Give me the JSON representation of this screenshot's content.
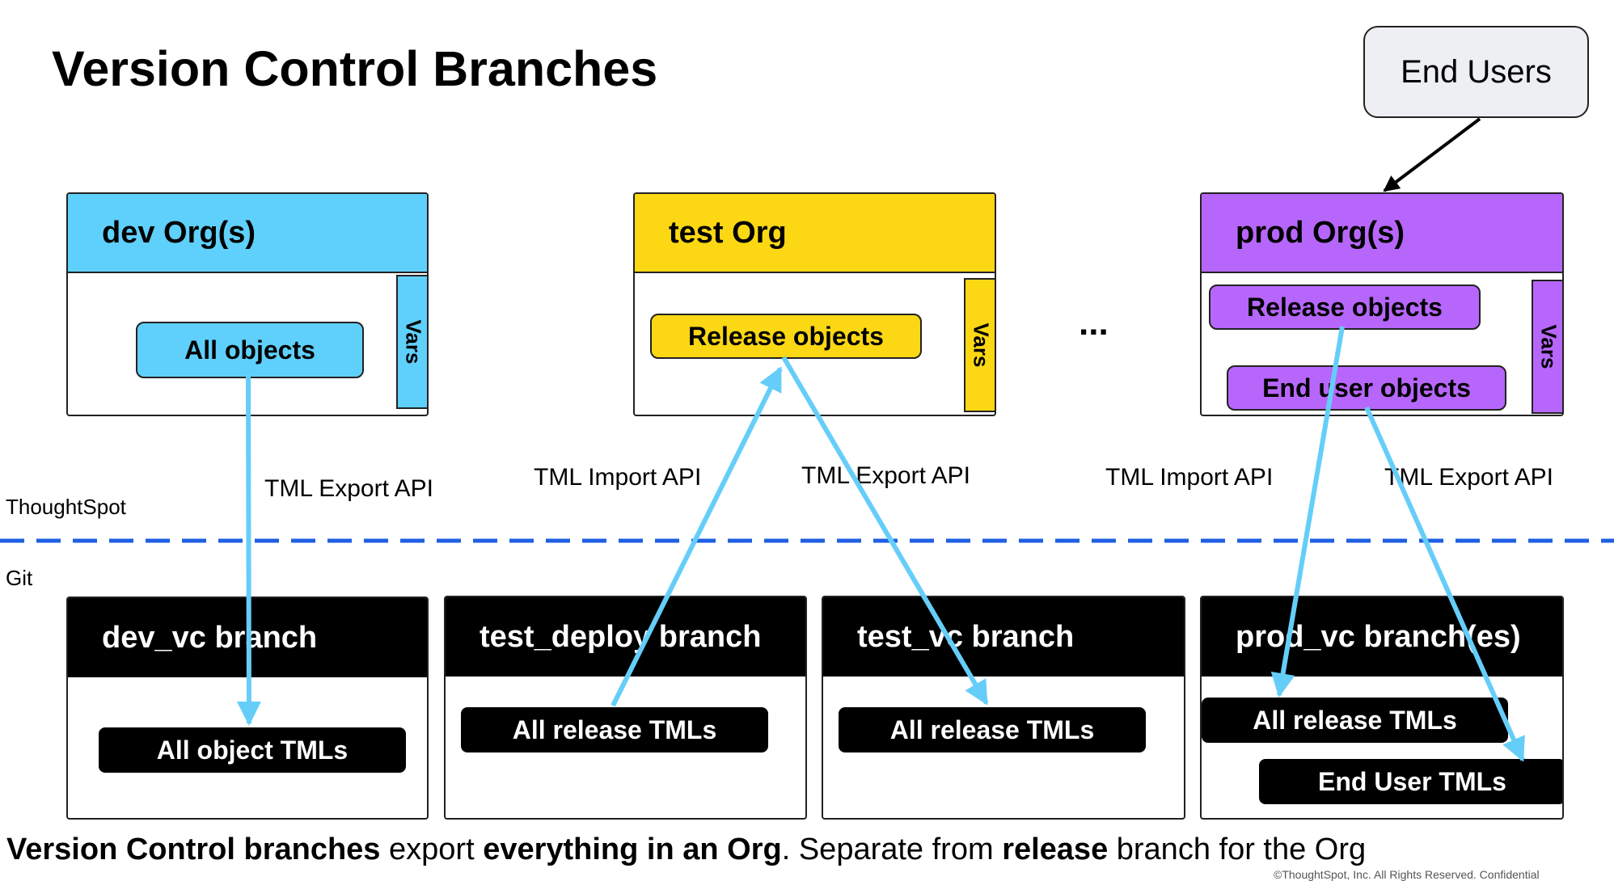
{
  "title": "Version Control Branches",
  "end_users": "End Users",
  "ellipsis": "...",
  "orgs": {
    "dev": {
      "title": "dev Org(s)",
      "color": "#5fd0fb",
      "vars": "Vars",
      "objects": [
        "All objects"
      ]
    },
    "test": {
      "title": "test Org",
      "color": "#fbd714",
      "vars": "Vars",
      "objects": [
        "Release objects"
      ]
    },
    "prod": {
      "title": "prod Org(s)",
      "color": "#b766fb",
      "vars": "Vars",
      "objects": [
        "Release objects",
        "End user objects"
      ]
    }
  },
  "regions": {
    "top": "ThoughtSpot",
    "bottom": "Git"
  },
  "apis": [
    "TML Export API",
    "TML Import API",
    "TML Export API",
    "TML Import API",
    "TML Export API"
  ],
  "branches": [
    {
      "title": "dev_vc branch",
      "tmls": [
        "All object TMLs"
      ]
    },
    {
      "title": "test_deploy branch",
      "tmls": [
        "All release TMLs"
      ]
    },
    {
      "title": "test_vc branch",
      "tmls": [
        "All release TMLs"
      ]
    },
    {
      "title": "prod_vc branch(es)",
      "tmls": [
        "All release TMLs",
        "End User TMLs"
      ]
    }
  ],
  "caption": {
    "b1": "Version Control branches",
    "t1": " export ",
    "b2": "everything in an Org",
    "t2": ". Separate from ",
    "b3": "release",
    "t3": " branch for the Org"
  },
  "colors": {
    "arrow": "#65cef8",
    "divider": "#1f5fe3",
    "line": "#222222"
  },
  "copyright": "©ThoughtSpot, Inc. All Rights Reserved. Confidential"
}
